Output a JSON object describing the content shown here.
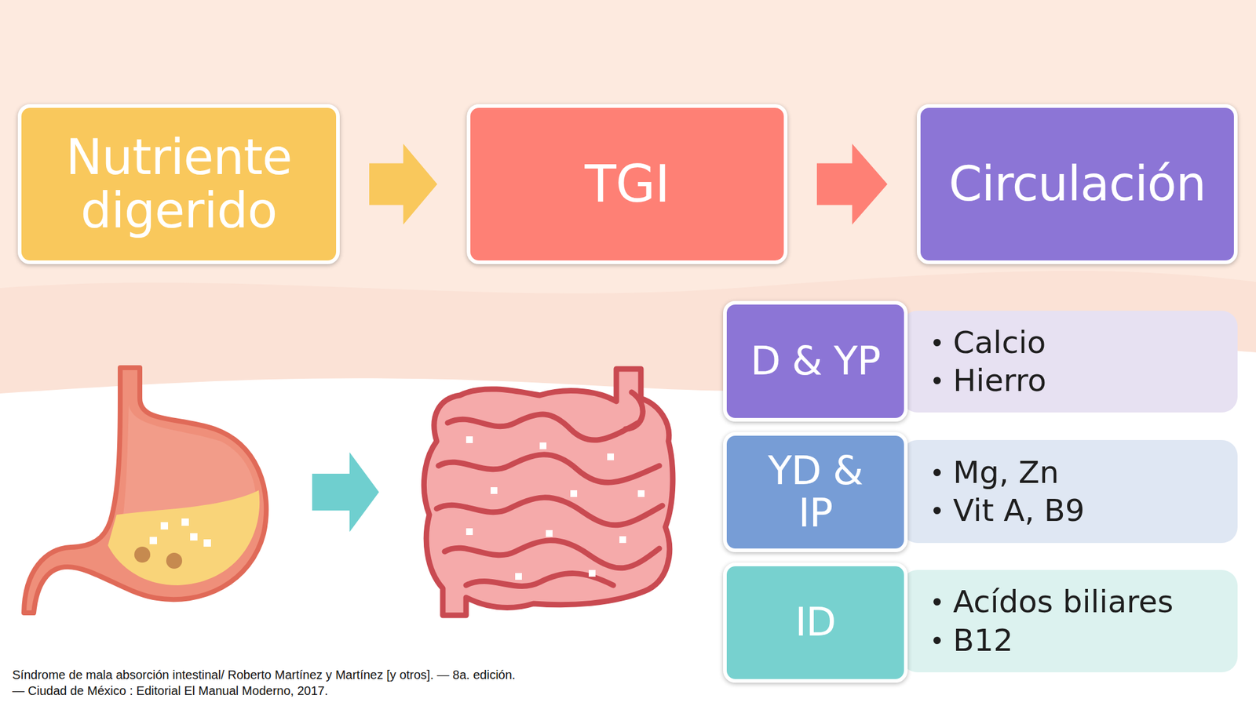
{
  "diagram": {
    "caption": "Síndrome de mala absorción intestinal/ Roberto Martínez y Martínez [y otros]. — 8a. edición. — Ciudad de México : Editorial El Manual Moderno, 2017.",
    "nodes": [
      {
        "text": [
          "Nutriente digerido"
        ]
      },
      {
        "text": [
          "TGI"
        ]
      },
      {
        "text": [
          "Circulación"
        ]
      },
      {
        "text": [
          "D & YP"
        ]
      },
      {
        "text": [
          "Calcio",
          "Hierro"
        ]
      },
      {
        "text": [
          "YD & IP"
        ]
      },
      {
        "text": [
          "Mg, Zn",
          "Vit A, B9"
        ]
      },
      {
        "text": [
          "ID"
        ]
      },
      {
        "text": [
          "Acídos biliares",
          "B12"
        ]
      }
    ],
    "edges": [
      {
        "from": 0,
        "to": 1,
        "arrow": "to"
      },
      {
        "from": 1,
        "to": 2,
        "arrow": "to"
      }
    ]
  }
}
